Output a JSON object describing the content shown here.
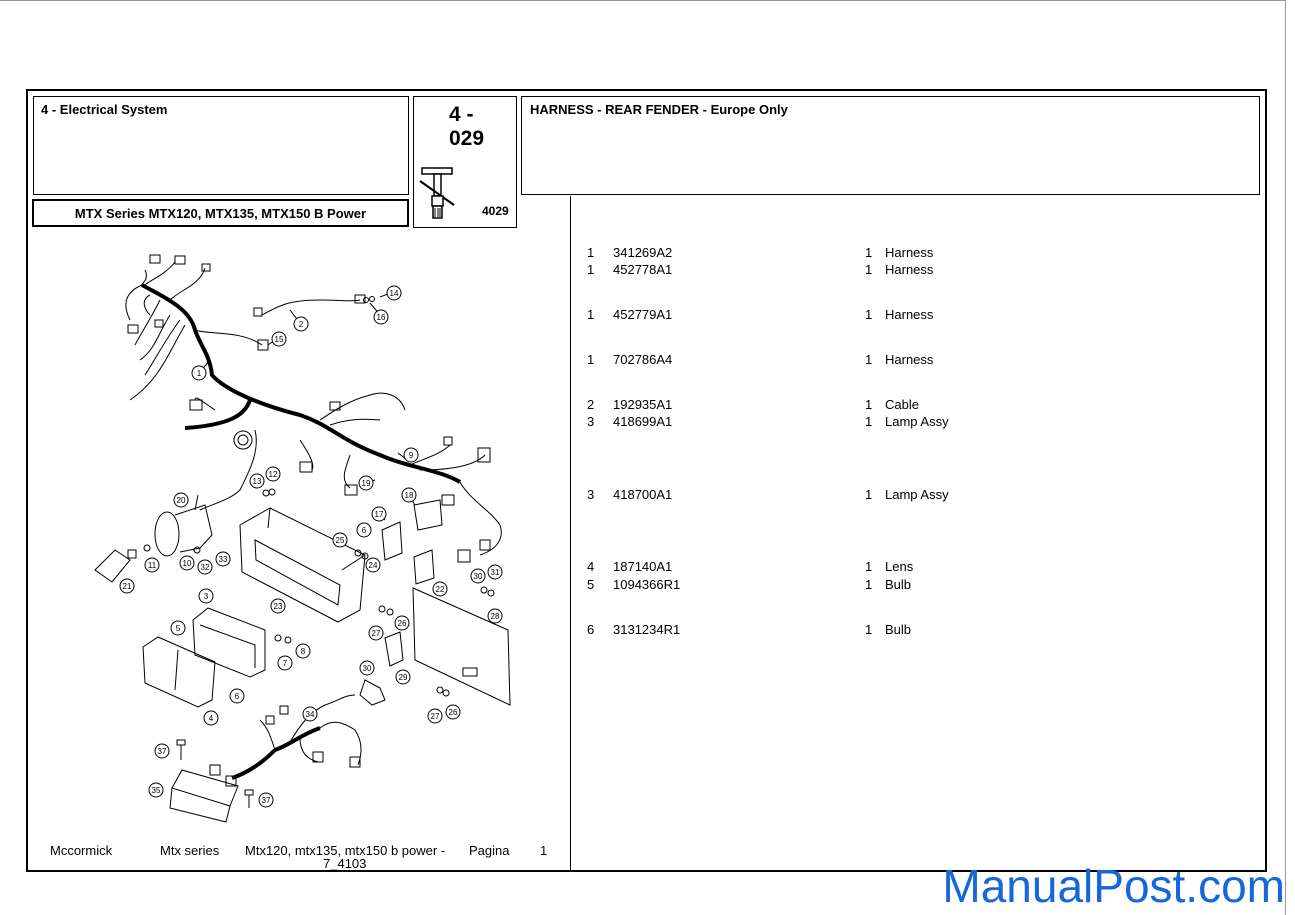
{
  "header": {
    "section": "4 - Electrical System",
    "page_code_line1": "4 -",
    "page_code_line2": "029",
    "sub_code": "4029",
    "model": "MTX Series MTX120, MTX135, MTX150 B Power",
    "title": "HARNESS - REAR FENDER - Europe Only"
  },
  "parts": [
    {
      "ref": "1",
      "part_no": "341269A2",
      "qty": "1",
      "desc": "Harness"
    },
    {
      "ref": "1",
      "part_no": "452778A1",
      "qty": "1",
      "desc": "Harness"
    },
    {
      "ref": "1",
      "part_no": "452779A1",
      "qty": "1",
      "desc": "Harness"
    },
    {
      "ref": "1",
      "part_no": "702786A4",
      "qty": "1",
      "desc": "Harness"
    },
    {
      "ref": "2",
      "part_no": "192935A1",
      "qty": "1",
      "desc": "Cable"
    },
    {
      "ref": "3",
      "part_no": "418699A1",
      "qty": "1",
      "desc": "Lamp Assy"
    },
    {
      "ref": "3",
      "part_no": "418700A1",
      "qty": "1",
      "desc": "Lamp Assy"
    },
    {
      "ref": "4",
      "part_no": "187140A1",
      "qty": "1",
      "desc": "Lens"
    },
    {
      "ref": "5",
      "part_no": "1094366R1",
      "qty": "1",
      "desc": "Bulb"
    },
    {
      "ref": "6",
      "part_no": "3131234R1",
      "qty": "1",
      "desc": "Bulb"
    }
  ],
  "diagram": {
    "callouts": [
      "1",
      "2",
      "3",
      "4",
      "5",
      "6",
      "7",
      "8",
      "9",
      "10",
      "11",
      "12",
      "13",
      "14",
      "15",
      "16",
      "17",
      "18",
      "19",
      "20",
      "21",
      "22",
      "23",
      "24",
      "25",
      "26",
      "27",
      "28",
      "29",
      "30",
      "31",
      "33",
      "34",
      "35",
      "37"
    ]
  },
  "footer": {
    "brand": "Mccormick",
    "series": "Mtx series",
    "model_line1": "Mtx120, mtx135, mtx150 b power -",
    "model_line2": "7_4103",
    "page_label": "Pagina",
    "page_number": "1"
  },
  "watermark": "ManualPost.com"
}
